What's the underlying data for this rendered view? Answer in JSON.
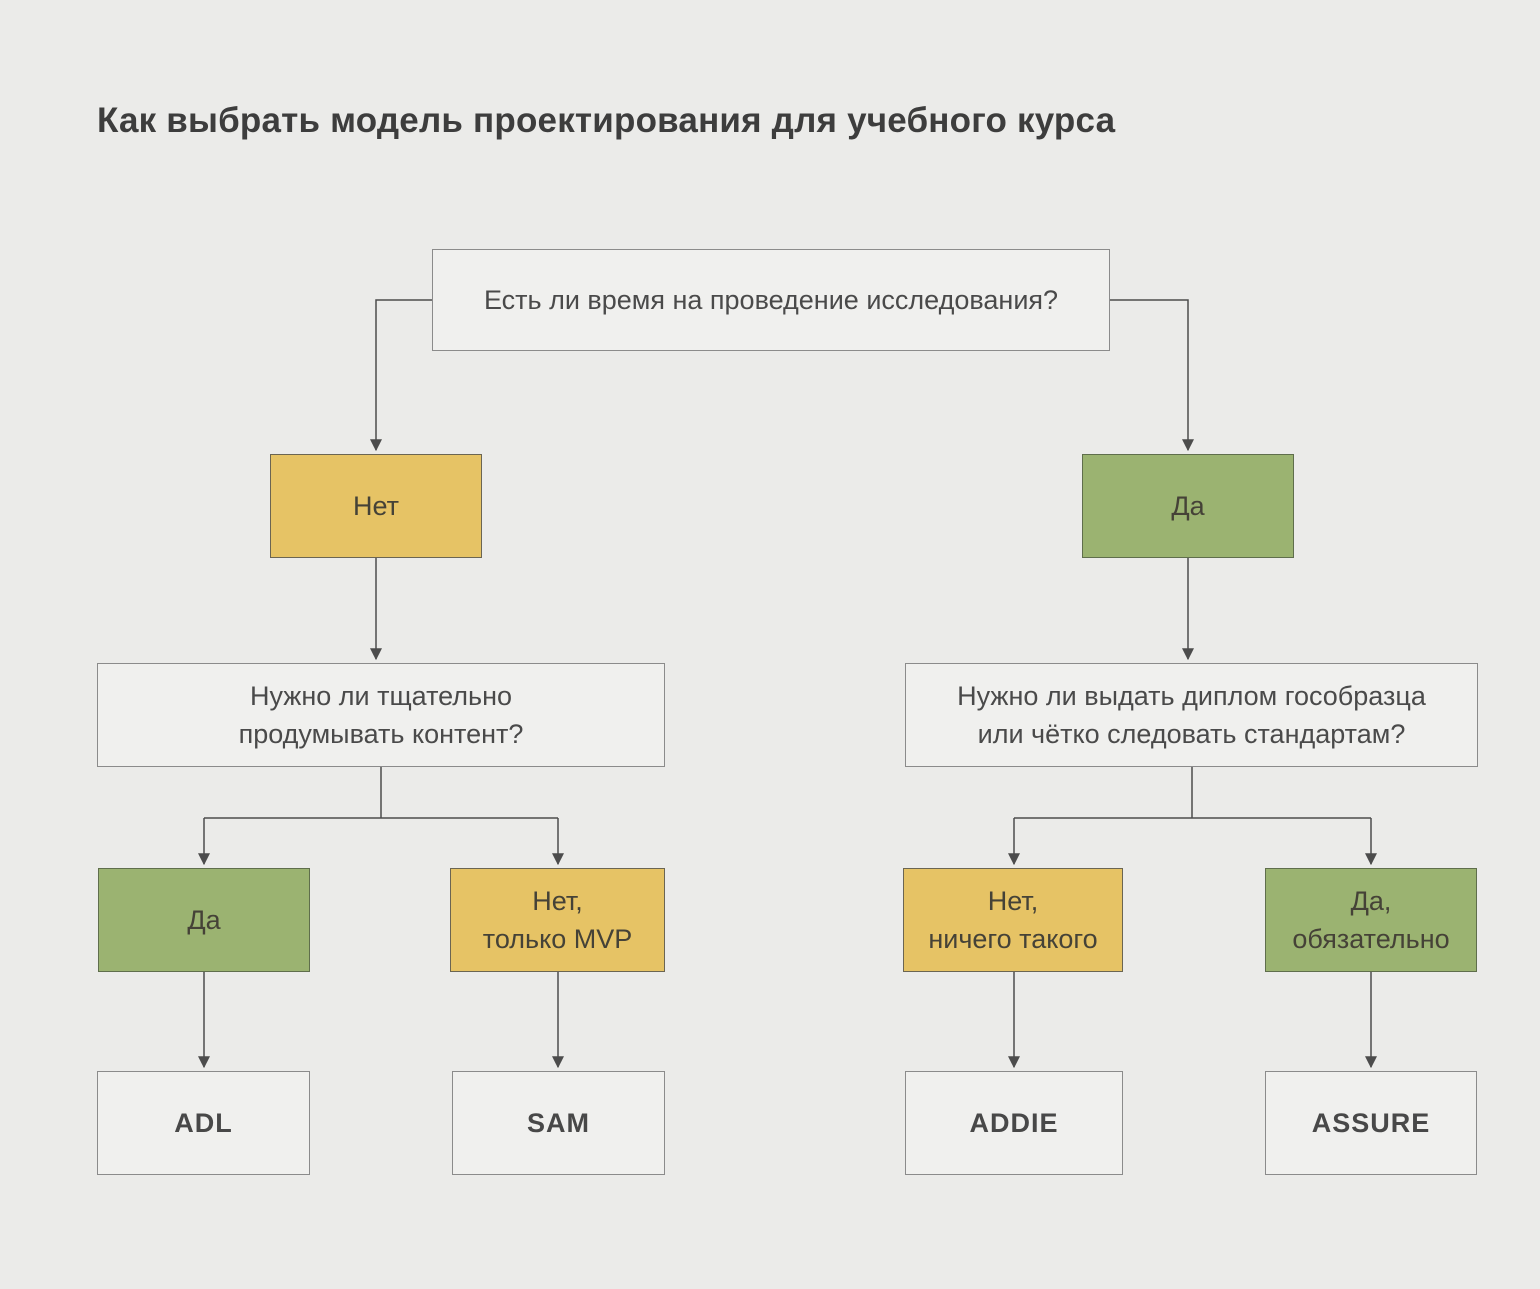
{
  "title": "Как выбрать модель проектирования для учебного курса",
  "colors": {
    "background": "#ebebe9",
    "box_fill": "#f0f0ee",
    "box_border": "#8b8b8b",
    "yellow_fill": "#e6c365",
    "yellow_border": "#6b6552",
    "green_fill": "#9bb371",
    "green_border": "#5f6e4c",
    "line": "#4c4c4c",
    "title_text": "#3d3d3d",
    "question_text": "#4a4a4a",
    "answer_text": "#454237",
    "model_text": "#484848"
  },
  "nodes": {
    "root_question": {
      "label": "Есть ли время на проведение исследования?"
    },
    "no_branch": {
      "label": "Нет"
    },
    "yes_branch": {
      "label": "Да"
    },
    "content_question": {
      "label": "Нужно ли тщательно\nпродумывать контент?"
    },
    "standards_question": {
      "label": "Нужно ли выдать диплом гособразца\nили чётко следовать стандартам?"
    },
    "content_yes": {
      "label": "Да"
    },
    "content_no": {
      "label": "Нет,\nтолько MVP"
    },
    "standards_no": {
      "label": "Нет,\nничего такого"
    },
    "standards_yes": {
      "label": "Да,\nобязательно"
    },
    "model_adl": {
      "label": "ADL"
    },
    "model_sam": {
      "label": "SAM"
    },
    "model_addie": {
      "label": "ADDIE"
    },
    "model_assure": {
      "label": "ASSURE"
    }
  }
}
